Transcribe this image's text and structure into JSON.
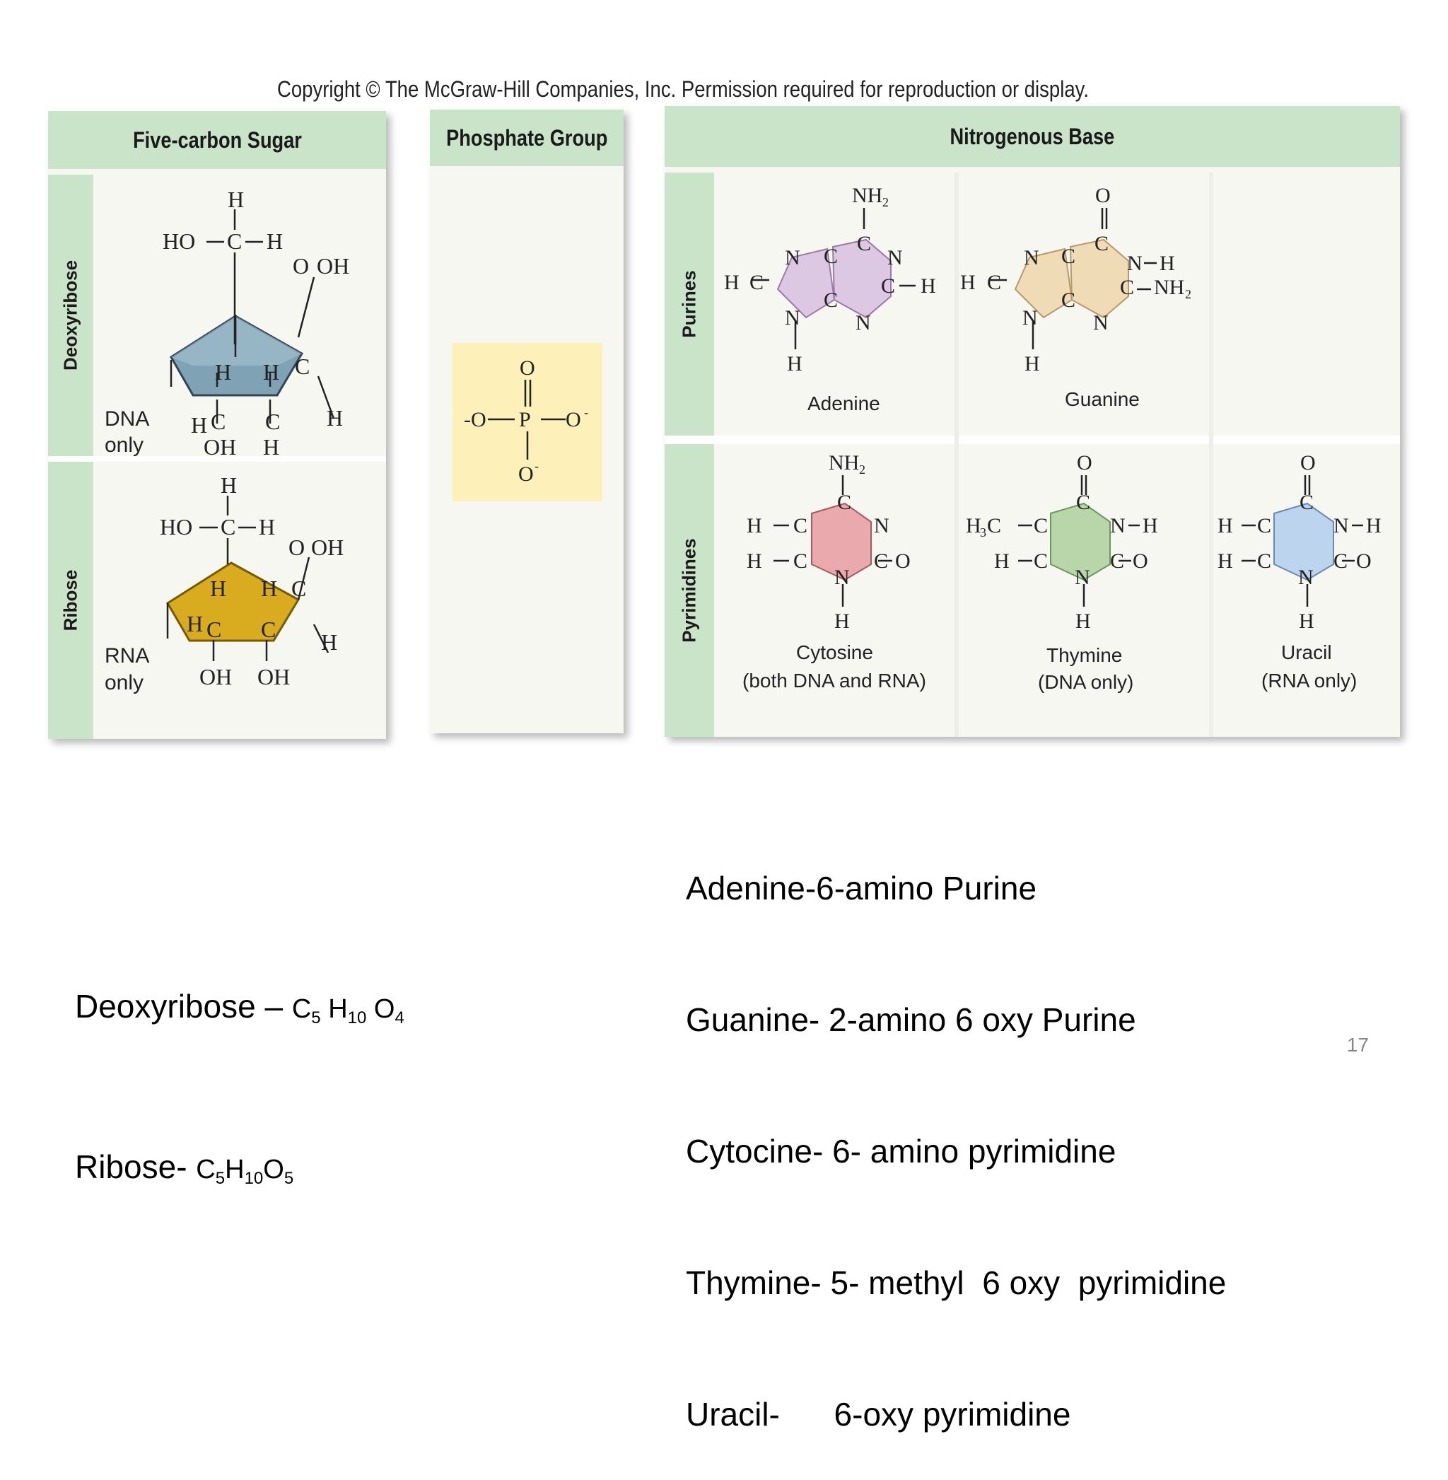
{
  "copyright": "Copyright © The McGraw-Hill Companies, Inc. Permission required for reproduction or display.",
  "sugar": {
    "header": "Five-carbon Sugar",
    "deoxyribose_label": "Deoxyribose",
    "ribose_label": "Ribose",
    "dna_only": [
      "DNA",
      "only"
    ],
    "rna_only": [
      "RNA",
      "only"
    ]
  },
  "phosphate": {
    "header": "Phosphate Group"
  },
  "base": {
    "header": "Nitrogenous Base",
    "purines_label": "Purines",
    "pyrimidines_label": "Pyrimidines",
    "adenine": "Adenine",
    "guanine": "Guanine",
    "cytosine": [
      "Cytosine",
      "(both DNA and RNA)"
    ],
    "thymine": [
      "Thymine",
      "(DNA only)"
    ],
    "uracil": [
      "Uracil",
      "(RNA only)"
    ]
  },
  "notes_left": [
    {
      "name": "Deoxyribose – ",
      "formula": [
        [
          "C",
          "5"
        ],
        [
          "H",
          "10"
        ],
        [
          "O",
          "4"
        ]
      ]
    },
    {
      "name": "Ribose- ",
      "formula": [
        [
          "C",
          "5"
        ],
        [
          "H",
          "10"
        ],
        [
          "O",
          "5"
        ]
      ]
    }
  ],
  "notes_right": [
    "Adenine-6-amino Purine",
    "Guanine- 2-amino 6 oxy Purine",
    "Cytocine- 6- amino pyrimidine",
    "Thymine- 5- methyl  6 oxy  pyrimidine",
    "Uracil-      6-oxy pyrimidine"
  ],
  "page_number": "17",
  "colors": {
    "header_green": "#c9e4c8",
    "deoxyribose_ring": "#7fa3b5",
    "ribose_ring": "#d9ac1f",
    "phosphate_bg": "#fdf0b8",
    "adenine_ring": "#dcc8e2",
    "guanine_ring": "#efdbb6",
    "cytosine_ring": "#e9a9ad",
    "thymine_ring": "#b8d6a9",
    "uracil_ring": "#bcd4ee"
  }
}
